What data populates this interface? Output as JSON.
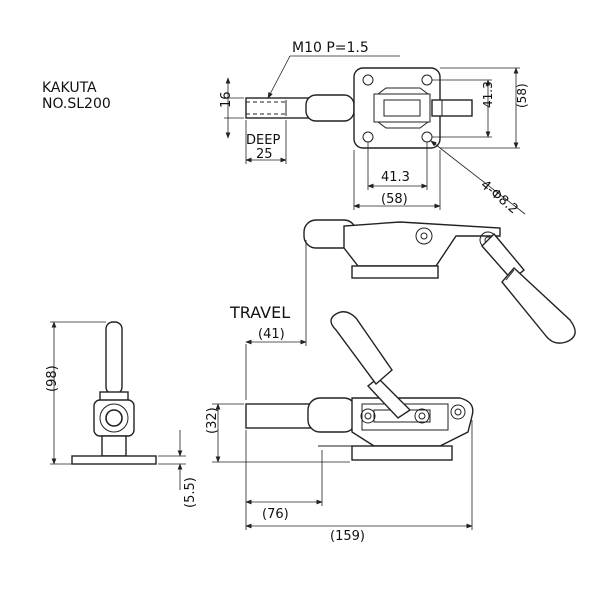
{
  "maker": "KAKUTA",
  "model": "NO.SL200",
  "thread": "M10 P=1.5",
  "deep_label": "DEEP",
  "travel_label": "TRAVEL",
  "dims": {
    "rod_height": "16",
    "thread_depth": "25",
    "mount_height_inner": "41.3",
    "mount_height_outer": "(58)",
    "mount_width_inner": "41.3",
    "mount_width_outer": "(58)",
    "holes": "4-Φ8.2",
    "travel": "(41)",
    "overall_height": "(98)",
    "base_height": "(32)",
    "base_thickness": "(5.5)",
    "plunger_length": "(76)",
    "overall_length": "(159)"
  }
}
